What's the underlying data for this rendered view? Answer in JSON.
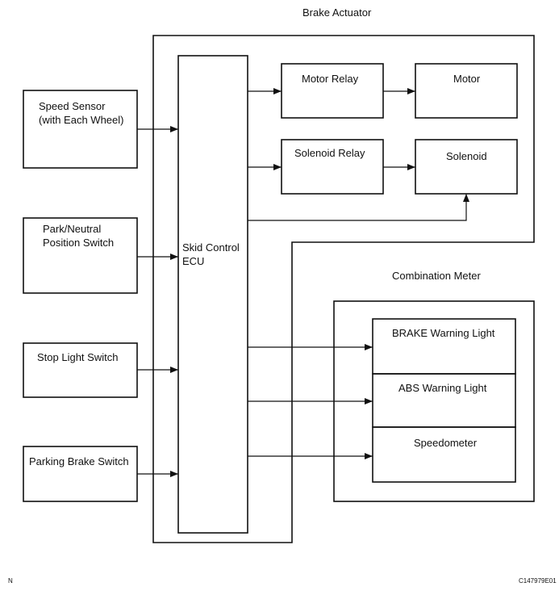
{
  "diagram": {
    "brake_actuator_title": "Brake Actuator",
    "combination_meter_title": "Combination Meter",
    "inputs": {
      "speed_sensor": [
        "Speed Sensor",
        "(with Each Wheel)"
      ],
      "park_neutral": [
        "Park/Neutral",
        "Position Switch"
      ],
      "stop_light": "Stop Light Switch",
      "parking_brake": "Parking Brake Switch"
    },
    "ecu": [
      "Skid Control",
      "ECU"
    ],
    "actuator": {
      "motor_relay": "Motor Relay",
      "motor": "Motor",
      "solenoid_relay": "Solenoid Relay",
      "solenoid": "Solenoid"
    },
    "meter": {
      "brake_warning": "BRAKE Warning Light",
      "abs_warning": "ABS Warning Light",
      "speedometer": "Speedometer"
    },
    "footer": {
      "left_mark": "N",
      "figure_code": "C147979E01"
    }
  }
}
